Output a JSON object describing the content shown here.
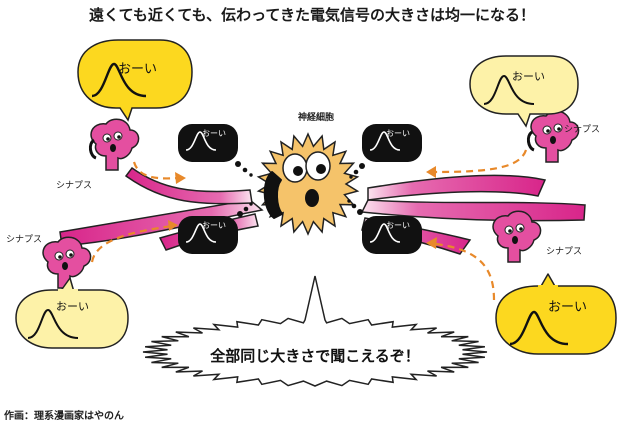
{
  "title": "遠くても近くても、伝わってきた電気信号の大きさは均一になる！",
  "neuron_label": "神経細胞",
  "synapse_label": "シナプス",
  "call": "おーい",
  "shout": "全部同じ大きさで聞こえるぞ！",
  "credit": "作画：理系漫画家はやのん",
  "colors": {
    "bubble_strong": "#fcd81f",
    "bubble_weak": "#fdf2a8",
    "dendrite": "#d8258a",
    "synapse": "#e44fa0",
    "neuron": "#f5c36a",
    "arrow": "#e8892a"
  }
}
